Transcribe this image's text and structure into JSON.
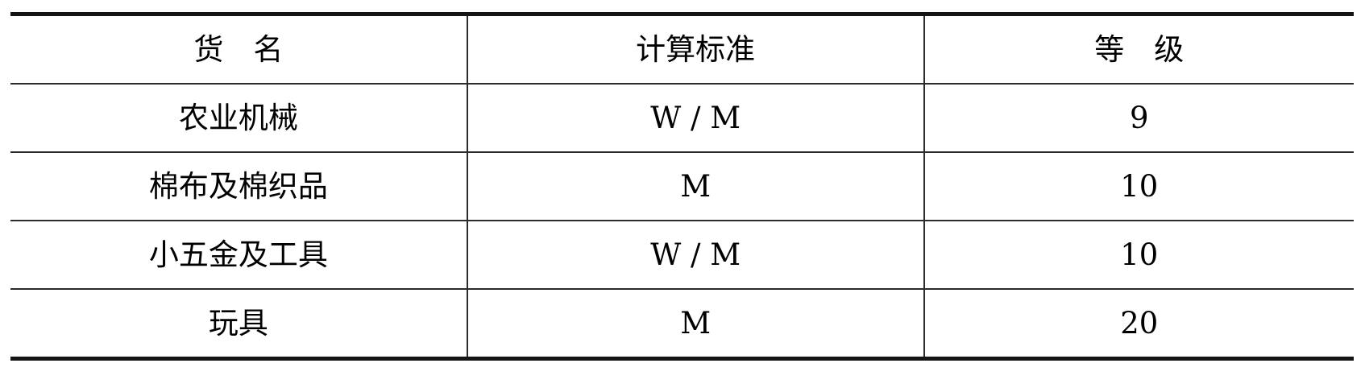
{
  "table": {
    "columns": [
      {
        "key": "goods",
        "label": "货　名"
      },
      {
        "key": "standard",
        "label": "计算标准"
      },
      {
        "key": "grade",
        "label": "等　级"
      }
    ],
    "rows": [
      {
        "goods": "农业机械",
        "standard": "W / M",
        "grade": "9"
      },
      {
        "goods": "棉布及棉织品",
        "standard": "M",
        "grade": "10"
      },
      {
        "goods": "小五金及工具",
        "standard": "W / M",
        "grade": "10"
      },
      {
        "goods": "玩具",
        "standard": "M",
        "grade": "20"
      }
    ]
  }
}
